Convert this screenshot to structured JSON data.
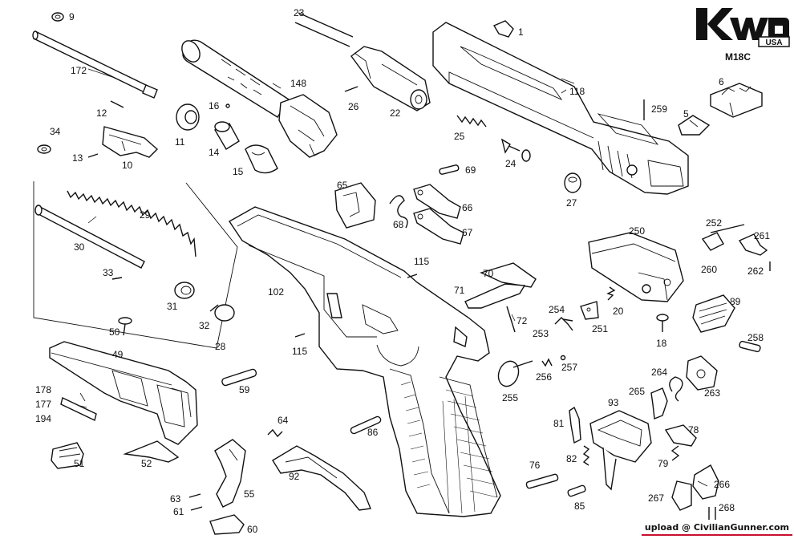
{
  "brand": {
    "logo_text": "KWA",
    "logo_sub": "USA",
    "model": "M18C"
  },
  "credit": "upload @ CivilianGunner.com",
  "labels": {
    "p1": "1",
    "p5": "5",
    "p6": "6",
    "p9": "9",
    "p10": "10",
    "p11": "11",
    "p12": "12",
    "p13": "13",
    "p14": "14",
    "p15": "15",
    "p16": "16",
    "p18": "18",
    "p20": "20",
    "p22": "22",
    "p23": "23",
    "p24": "24",
    "p25": "25",
    "p26": "26",
    "p27": "27",
    "p28": "28",
    "p29": "29",
    "p30": "30",
    "p31": "31",
    "p32": "32",
    "p33": "33",
    "p34": "34",
    "p49": "49",
    "p50": "50",
    "p51": "51",
    "p52": "52",
    "p55": "55",
    "p59": "59",
    "p60": "60",
    "p61": "61",
    "p63": "63",
    "p64": "64",
    "p65": "65",
    "p66": "66",
    "p67": "67",
    "p68": "68",
    "p69": "69",
    "p70": "70",
    "p71": "71",
    "p72": "72",
    "p76": "76",
    "p78": "78",
    "p79": "79",
    "p81": "81",
    "p82": "82",
    "p85": "85",
    "p86": "86",
    "p89": "89",
    "p92": "92",
    "p93": "93",
    "p102": "102",
    "p115a": "115",
    "p115b": "115",
    "p118": "118",
    "p148": "148",
    "p172": "172",
    "p177": "177",
    "p178": "178",
    "p194": "194",
    "p250": "250",
    "p251": "251",
    "p252": "252",
    "p253": "253",
    "p254": "254",
    "p255": "255",
    "p256": "256",
    "p257": "257",
    "p258": "258",
    "p259": "259",
    "p260": "260",
    "p261": "261",
    "p262": "262",
    "p263": "263",
    "p264": "264",
    "p265": "265",
    "p266": "266",
    "p267": "267",
    "p268": "268"
  }
}
